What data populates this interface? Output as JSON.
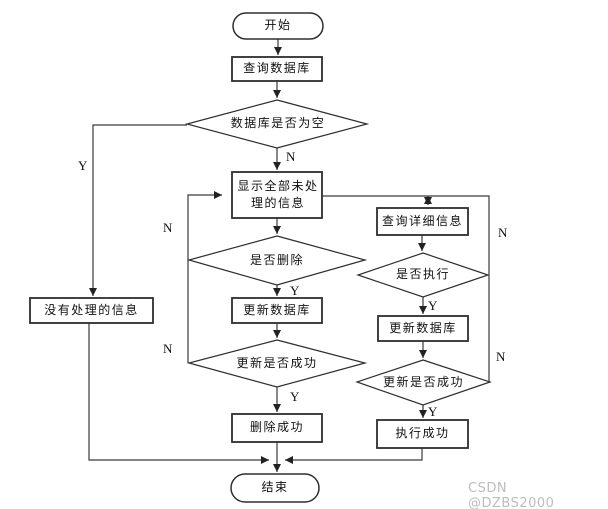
{
  "nodes": {
    "start": "开始",
    "query_db": "查询数据库",
    "db_empty": "数据库是否为空",
    "show_unprocessed": "显示全部未处理的信息",
    "no_info": "没有处理的信息",
    "is_delete": "是否删除",
    "update_db_left": "更新数据库",
    "update_ok_left": "更新是否成功",
    "delete_ok": "删除成功",
    "query_detail": "查询详细信息",
    "is_execute": "是否执行",
    "update_db_right": "更新数据库",
    "update_ok_right": "更新是否成功",
    "execute_ok": "执行成功",
    "end": "结束"
  },
  "edge_labels": {
    "db_empty_n": "N",
    "db_empty_y": "Y",
    "is_delete_n": "N",
    "is_delete_y": "Y",
    "update_ok_left_n": "N",
    "update_ok_left_y": "Y",
    "is_execute_n": "N",
    "is_execute_y": "Y",
    "update_ok_right_n": "N",
    "update_ok_right_y": "Y"
  },
  "watermark": "CSDN @DZBS2000",
  "colors": {
    "line": "#333333",
    "text": "#111111",
    "watermark": "#bdbdbd",
    "background": "#ffffff"
  }
}
